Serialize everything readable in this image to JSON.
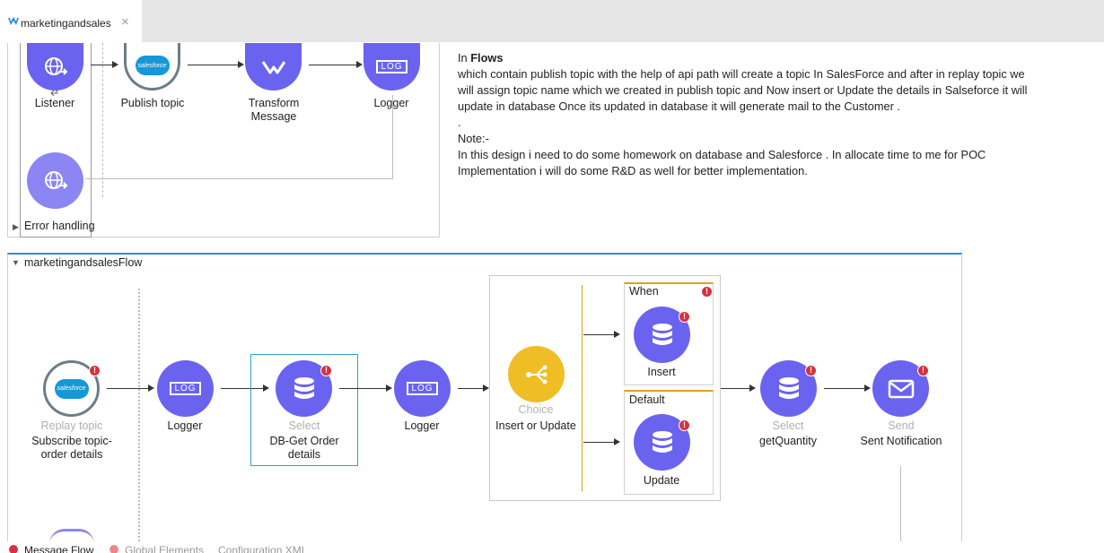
{
  "tab": {
    "title": "marketingandsales",
    "close": "×"
  },
  "top_flow": {
    "listener": "Listener",
    "publish_topic": "Publish topic",
    "transform_line1": "Transform",
    "transform_line2": "Message",
    "logger": "Logger",
    "log_text": "LOG",
    "error_handling": "Error handling"
  },
  "notes": {
    "in": "In ",
    "flows": "Flows",
    "line1": " which contain publish topic  with the help of api path will create a topic In SalesForce and after in replay topic we",
    "line2": "will assign topic name which we created in publish topic and  Now insert or Update the details in Salseforce it will",
    "line3": "update in database Once its updated in database it will generate mail to the Customer .",
    "dot": ".",
    "note_label": "Note:-",
    "line4": "In this design i need to do some homework on database and Salesforce . In allocate time to me for POC",
    "line5": "Implementation i will do some R&D as well for  better implementation."
  },
  "main_flow": {
    "title": "marketingandsalesFlow",
    "replay_type": "Replay topic",
    "replay_name1": "Subscribe topic-",
    "replay_name2": "order details",
    "logger1": "Logger",
    "select_type": "Select",
    "select_name1": "DB-Get Order",
    "select_name2": "details",
    "logger2": "Logger",
    "choice_type": "Choice",
    "choice_name": "Insert or Update",
    "when": "When",
    "insert": "Insert",
    "default": "Default",
    "update": "Update",
    "select2_type": "Select",
    "select2_name": "getQuantity",
    "send_type": "Send",
    "send_name": "Sent Notification",
    "log_text": "LOG",
    "salesforce": "salesforce"
  },
  "bottom_tabs": [
    "Message Flow",
    "Global Elements",
    "Configuration XML"
  ],
  "colors": {
    "node": "#6a63ef",
    "choice": "#efbe25",
    "error": "#d83040",
    "accent": "#2b8fd9"
  }
}
